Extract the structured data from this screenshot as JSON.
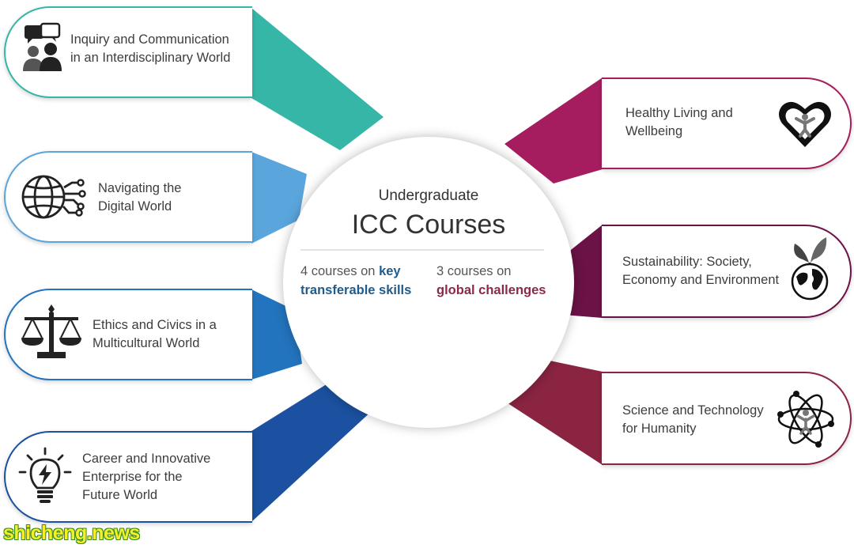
{
  "hub": {
    "subtitle": "Undergraduate",
    "title": "ICC Courses",
    "left_prefix": "4 courses on",
    "left_key": "key",
    "left_bold": "transferable skills",
    "right_prefix": "3 courses on",
    "right_bold": "global challenges"
  },
  "skills": [
    {
      "label": "Inquiry and Communication\nin an Interdisciplinary World",
      "icon": "speech-people-icon",
      "color": "#36b6a6"
    },
    {
      "label": "Navigating the\nDigital World",
      "icon": "globe-circuit-icon",
      "color": "#5aa6dc"
    },
    {
      "label": "Ethics and Civics in a\nMulticultural World",
      "icon": "scales-icon",
      "color": "#2374be"
    },
    {
      "label": "Career and Innovative\nEnterprise for the\nFuture World",
      "icon": "lightbulb-icon",
      "color": "#1b51a0"
    }
  ],
  "challenges": [
    {
      "label": "Healthy Living and\nWellbeing",
      "icon": "heart-person-icon",
      "color": "#a51d5e"
    },
    {
      "label": "Sustainability: Society,\nEconomy and Environment",
      "icon": "earth-leaf-icon",
      "color": "#6b1247"
    },
    {
      "label": "Science and Technology\nfor Humanity",
      "icon": "atom-person-icon",
      "color": "#8a2441"
    }
  ],
  "colors": {
    "skills_text": "#1f5c8c",
    "challenges_text": "#8a2a4a"
  },
  "watermark": "shicheng.news"
}
